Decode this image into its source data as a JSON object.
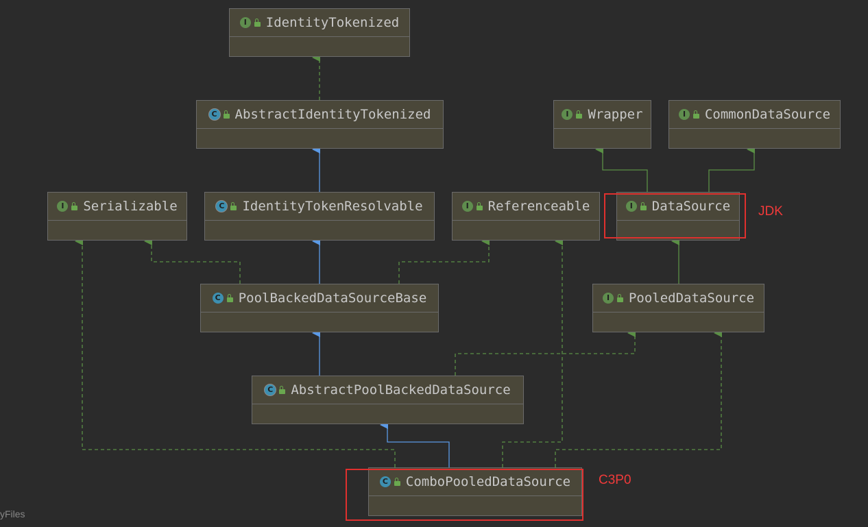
{
  "nodes": [
    {
      "id": "identity_tokenized",
      "name": "IdentityTokenized",
      "kind": "interface"
    },
    {
      "id": "abstract_identity_tokenized",
      "name": "AbstractIdentityTokenized",
      "kind": "abstract-class"
    },
    {
      "id": "wrapper",
      "name": "Wrapper",
      "kind": "interface"
    },
    {
      "id": "common_data_source",
      "name": "CommonDataSource",
      "kind": "interface"
    },
    {
      "id": "serializable",
      "name": "Serializable",
      "kind": "interface"
    },
    {
      "id": "identity_token_resolvable",
      "name": "IdentityTokenResolvable",
      "kind": "abstract-class"
    },
    {
      "id": "referenceable",
      "name": "Referenceable",
      "kind": "interface"
    },
    {
      "id": "data_source",
      "name": "DataSource",
      "kind": "interface"
    },
    {
      "id": "pool_backed_data_source_base",
      "name": "PoolBackedDataSourceBase",
      "kind": "class"
    },
    {
      "id": "pooled_data_source",
      "name": "PooledDataSource",
      "kind": "interface"
    },
    {
      "id": "abstract_pool_backed_data_source",
      "name": "AbstractPoolBackedDataSource",
      "kind": "abstract-class"
    },
    {
      "id": "combo_pooled_data_source",
      "name": "ComboPooledDataSource",
      "kind": "class"
    }
  ],
  "edges": [
    {
      "from": "abstract_identity_tokenized",
      "to": "identity_tokenized",
      "type": "implements"
    },
    {
      "from": "identity_token_resolvable",
      "to": "abstract_identity_tokenized",
      "type": "extends"
    },
    {
      "from": "data_source",
      "to": "wrapper",
      "type": "interface-extends"
    },
    {
      "from": "data_source",
      "to": "common_data_source",
      "type": "interface-extends"
    },
    {
      "from": "pool_backed_data_source_base",
      "to": "identity_token_resolvable",
      "type": "extends"
    },
    {
      "from": "pool_backed_data_source_base",
      "to": "serializable",
      "type": "implements"
    },
    {
      "from": "pool_backed_data_source_base",
      "to": "referenceable",
      "type": "implements"
    },
    {
      "from": "pooled_data_source",
      "to": "data_source",
      "type": "interface-extends"
    },
    {
      "from": "abstract_pool_backed_data_source",
      "to": "pool_backed_data_source_base",
      "type": "extends"
    },
    {
      "from": "abstract_pool_backed_data_source",
      "to": "pooled_data_source",
      "type": "implements"
    },
    {
      "from": "combo_pooled_data_source",
      "to": "abstract_pool_backed_data_source",
      "type": "extends"
    },
    {
      "from": "combo_pooled_data_source",
      "to": "serializable",
      "type": "implements"
    },
    {
      "from": "combo_pooled_data_source",
      "to": "referenceable",
      "type": "implements"
    },
    {
      "from": "combo_pooled_data_source",
      "to": "pooled_data_source",
      "type": "implements"
    }
  ],
  "annotations": {
    "jdk_label": "JDK",
    "c3p0_label": "C3P0",
    "highlight_color": "#e0302e"
  },
  "colors": {
    "extends_edge": "#5b9ae6",
    "implements_edge": "#5a8f45",
    "interface_icon": "#5f8d4e",
    "class_icon": "#3d8fb0"
  },
  "footer_text": "yFiles"
}
